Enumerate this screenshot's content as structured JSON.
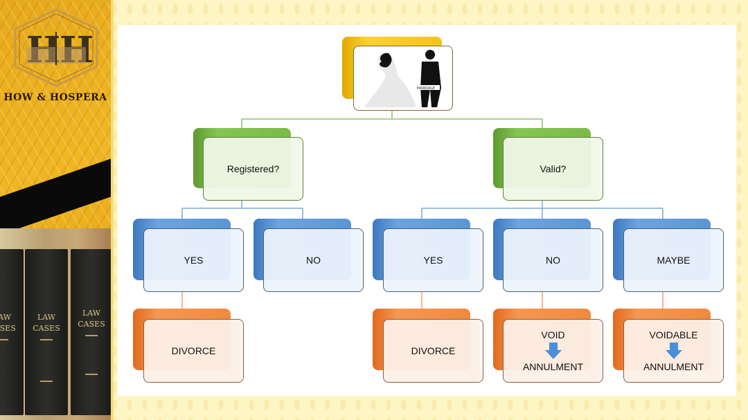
{
  "sidebar": {
    "logo_text": "H|H",
    "brand_name": "HOW & HOSPERA",
    "book_spines": [
      {
        "line1": "LAW",
        "line2": "CASES"
      },
      {
        "line1": "LAW",
        "line2": "CASES"
      },
      {
        "line1": "LAW",
        "line2": "CASES"
      }
    ]
  },
  "diagram": {
    "root": {
      "image": "marriage-couple-illustration",
      "caption": "MARRIAGE"
    },
    "branches": [
      {
        "label": "Registered?",
        "children": [
          {
            "label": "YES",
            "outcome": {
              "label": "DIVORCE"
            }
          },
          {
            "label": "NO"
          }
        ]
      },
      {
        "label": "Valid?",
        "children": [
          {
            "label": "YES",
            "outcome": {
              "label": "DIVORCE"
            }
          },
          {
            "label": "NO",
            "outcome": {
              "top": "VOID",
              "bottom": "ANNULMENT",
              "icon": "down-arrow-icon"
            }
          },
          {
            "label": "MAYBE",
            "outcome": {
              "top": "VOIDABLE",
              "bottom": "ANNULMENT",
              "icon": "down-arrow-icon"
            }
          }
        ]
      }
    ],
    "colors": {
      "root": "#f6c418",
      "level1": "#7abb48",
      "level2": "#5b96d6",
      "level3": "#f08a3e",
      "arrow": "#4a90d9"
    }
  }
}
